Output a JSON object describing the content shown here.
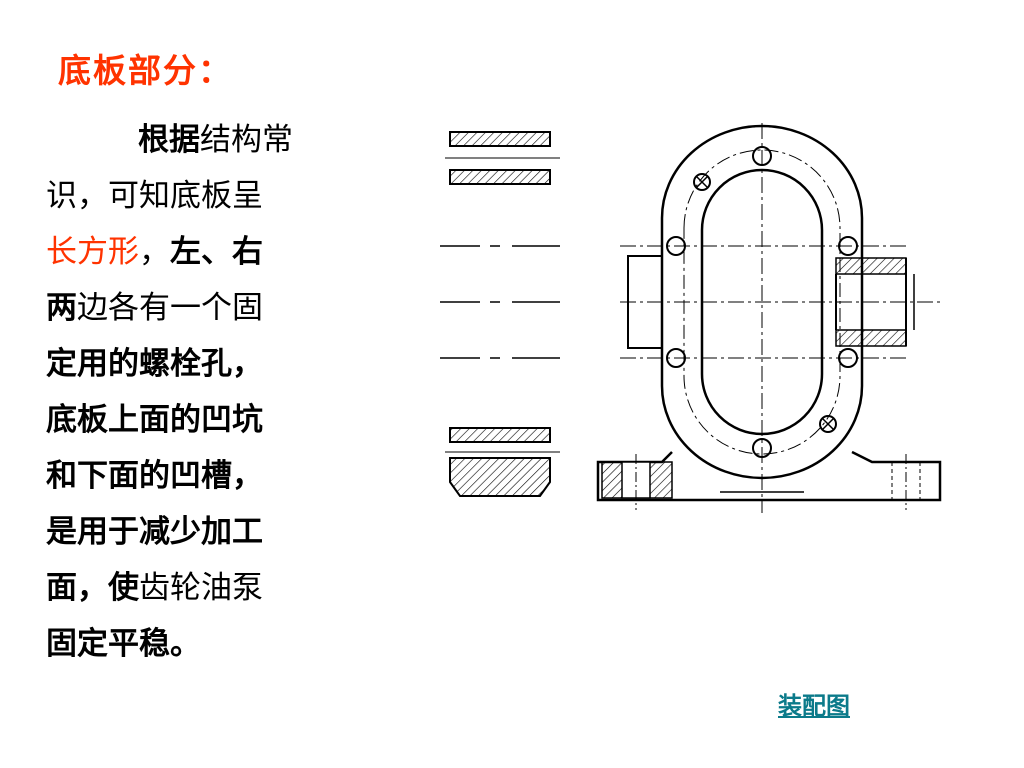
{
  "slide": {
    "title": "底板部分：",
    "lines": [
      {
        "segments": [
          {
            "text": "根据",
            "bold": true
          },
          {
            "text": "结构常",
            "bold": false
          }
        ]
      },
      {
        "segments": [
          {
            "text": "识，可知底板呈",
            "bold": false
          }
        ]
      },
      {
        "segments": [
          {
            "text": "长方形",
            "bold": false,
            "red": true
          },
          {
            "text": "，",
            "bold": false
          },
          {
            "text": "左、右",
            "bold": true
          }
        ]
      },
      {
        "segments": [
          {
            "text": "两",
            "bold": true
          },
          {
            "text": "边各有一个固",
            "bold": false
          }
        ]
      },
      {
        "segments": [
          {
            "text": "定用的螺栓孔，",
            "bold": true
          }
        ]
      },
      {
        "segments": [
          {
            "text": "底板上面的凹坑",
            "bold": true
          }
        ]
      },
      {
        "segments": [
          {
            "text": "和下面的凹槽，",
            "bold": true
          }
        ]
      },
      {
        "segments": [
          {
            "text": "是用于减少加工",
            "bold": true
          }
        ]
      },
      {
        "segments": [
          {
            "text": "面，",
            "bold": true
          },
          {
            "text": "使",
            "bold": true
          },
          {
            "text": "齿轮油泵",
            "bold": false
          }
        ]
      },
      {
        "segments": [
          {
            "text": "固定平稳。",
            "bold": true
          }
        ]
      }
    ],
    "link_label": "装配图"
  },
  "colors": {
    "accent_red": "#ff3300",
    "link": "#0b7a8a"
  }
}
